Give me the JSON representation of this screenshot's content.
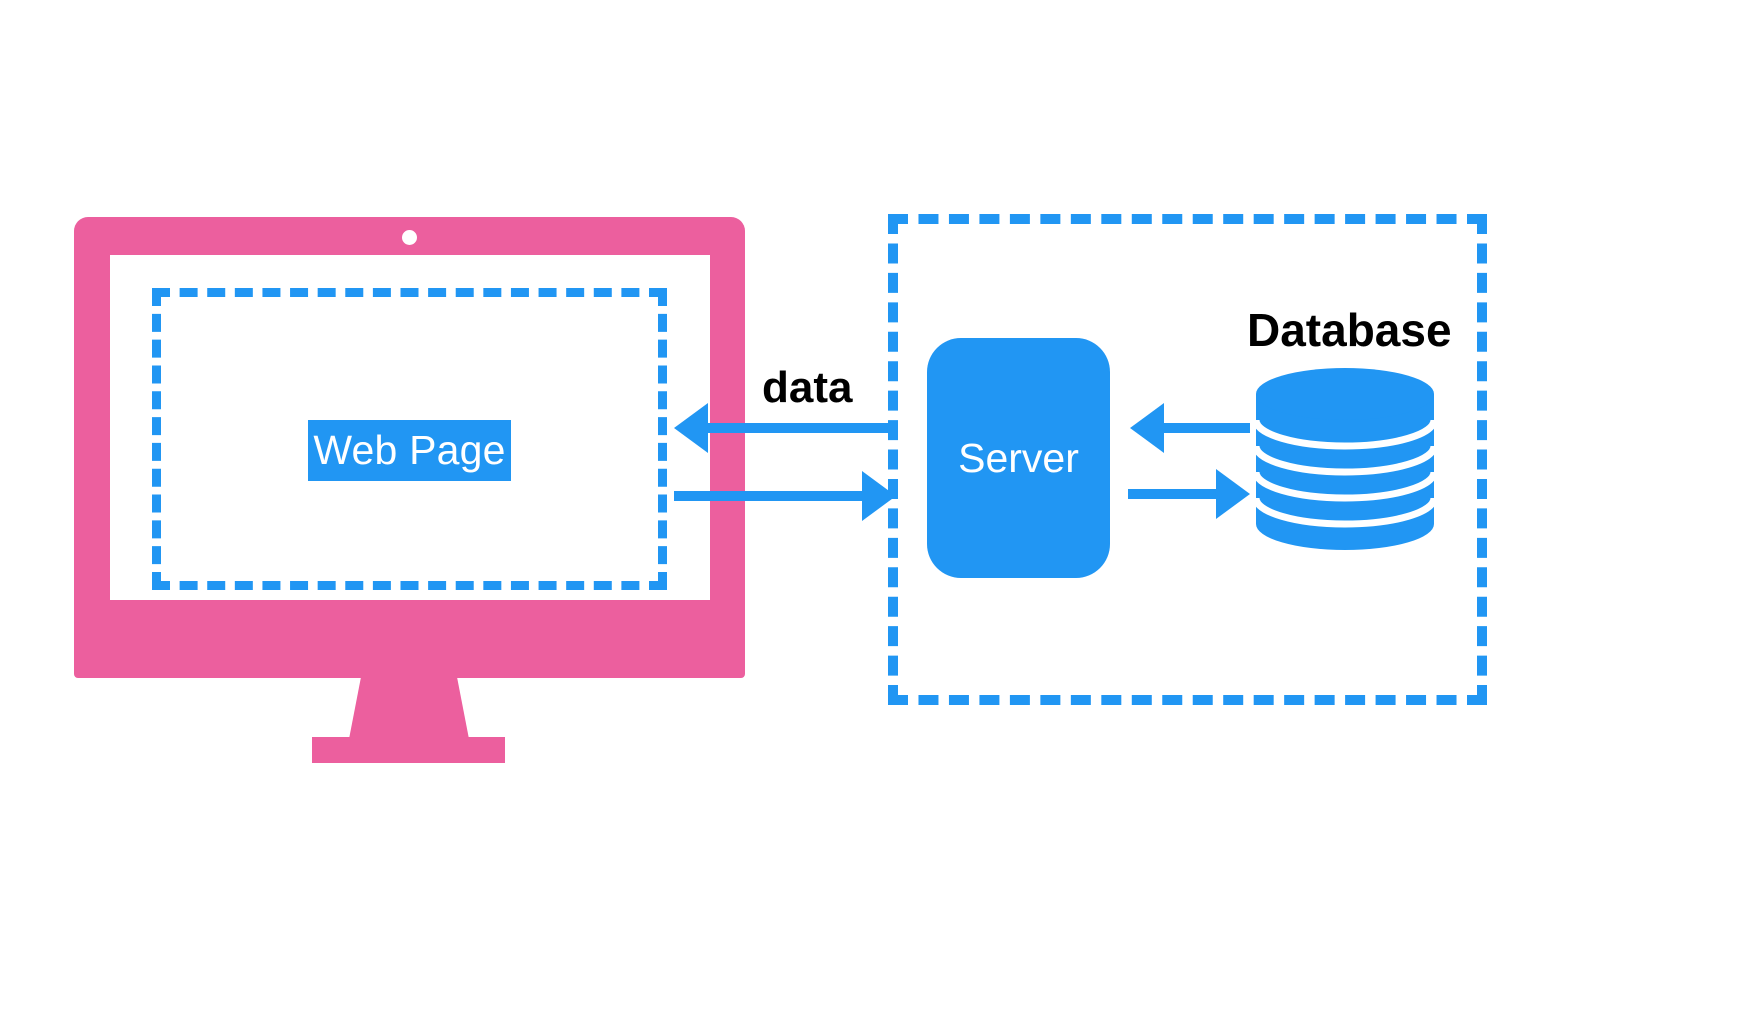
{
  "diagram": {
    "title": "Client-Server-Database data flow diagram",
    "colors": {
      "pink": "#EC5F9E",
      "blue": "#2196F3",
      "white": "#FFFFFF",
      "black": "#000000"
    },
    "client": {
      "device_name": "desktop-monitor",
      "webpage_label": "Web Page"
    },
    "connection": {
      "label": "data",
      "server_to_client_arrow": "←",
      "client_to_server_arrow": "→"
    },
    "backend": {
      "boundary_name": "backend-dashed-boundary",
      "server_label": "Server",
      "database_label": "Database",
      "database_to_server_arrow": "←",
      "server_to_database_arrow": "→"
    }
  }
}
